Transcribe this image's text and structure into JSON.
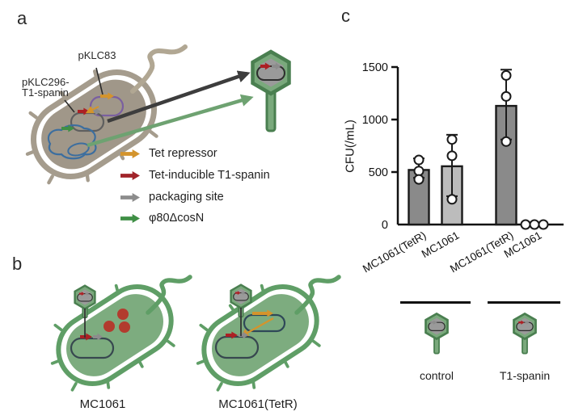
{
  "panel_a": {
    "label": "a",
    "plasmids": {
      "pklc83_label": "pKLC83",
      "pklc296_label_line1": "pKLC296-",
      "pklc296_label_line2": "T1-spanin"
    },
    "legend": [
      {
        "name": "tet-repressor",
        "color": "#d4942c",
        "label": "Tet repressor"
      },
      {
        "name": "tet-inducible-t1-spanin",
        "color": "#a1242a",
        "label": "Tet-inducible T1-spanin"
      },
      {
        "name": "packaging-site",
        "color": "#8c8c8c",
        "label": "packaging site"
      },
      {
        "name": "phi80-delta-cosN",
        "color": "#3f8f45",
        "label": "φ80ΔcosN"
      }
    ]
  },
  "panel_b": {
    "label": "b",
    "cells": [
      {
        "label": "MC1061"
      },
      {
        "label": "MC1061(TetR)"
      }
    ]
  },
  "panel_c": {
    "label": "c",
    "group_labels": [
      "control",
      "T1-spanin"
    ]
  },
  "chart_data": {
    "type": "bar",
    "title": "",
    "xlabel": "",
    "ylabel": "CFU(/mL)",
    "ylim": [
      0,
      1500
    ],
    "yticks": [
      0,
      500,
      1000,
      1500
    ],
    "categories": [
      "MC1061(TetR)",
      "MC1061",
      "MC1061(TetR)",
      "MC1061"
    ],
    "values": [
      520,
      555,
      1130,
      0
    ],
    "bar_fills": [
      "#8a8a8a",
      "#bcbcbc",
      "#8a8a8a",
      "#8a8a8a"
    ],
    "error_bars": [
      {
        "low": 445,
        "high": 630
      },
      {
        "low": 270,
        "high": 855
      },
      {
        "low": 810,
        "high": 1475
      },
      null
    ],
    "points": [
      [
        615,
        510,
        430
      ],
      [
        810,
        655,
        240
      ],
      [
        1420,
        1220,
        790
      ],
      [
        0,
        0,
        0
      ]
    ],
    "groups": [
      {
        "label": "control",
        "bars": [
          0,
          1
        ]
      },
      {
        "label": "T1-spanin",
        "bars": [
          2,
          3
        ]
      }
    ],
    "grid": false,
    "legend_position": "none"
  },
  "colors": {
    "taupe_border": "#a59c8d",
    "taupe_fill": "#a09789",
    "flagellum_tan": "#b1a793",
    "green_border": "#5f9e66",
    "green_fill": "#7dac7f",
    "phage_head_fill": "#7aa97c",
    "phage_head_border": "#4a7f50",
    "phage_inner_grey": "#9a9a9a",
    "red_gene": "#ac2024",
    "brick_dot": "#b23b2e",
    "orange": "#d4942c",
    "grey_gene": "#8c8c8c",
    "blue_outline": "#3c6e9f",
    "purple_outline": "#7a5fa0",
    "navy_outline": "#2f4858",
    "dark_plasmid_outline": "#37474f",
    "black_arrow": "#3d3d3d",
    "green_arrow": "#6ea271",
    "axis_black": "#111111"
  }
}
